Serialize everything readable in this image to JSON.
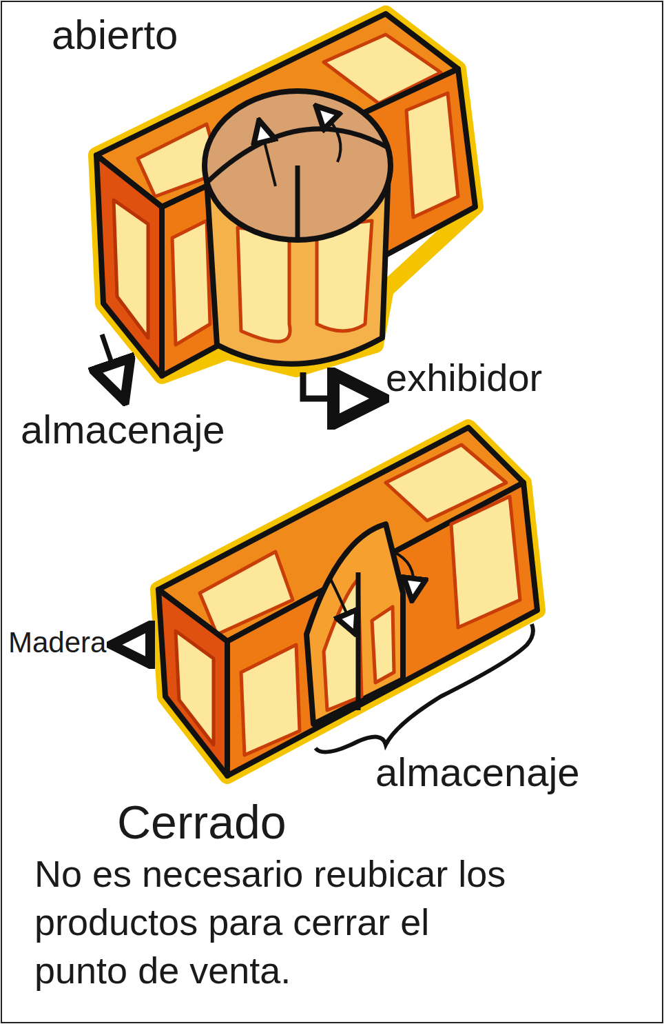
{
  "diagram": {
    "labels": [
      "abierto",
      "almacenaje",
      "exhibidor",
      "Madera",
      "almacenaje",
      "Cerrado",
      "No es necesario reubicar los productos para cerrar el punto de venta."
    ]
  }
}
